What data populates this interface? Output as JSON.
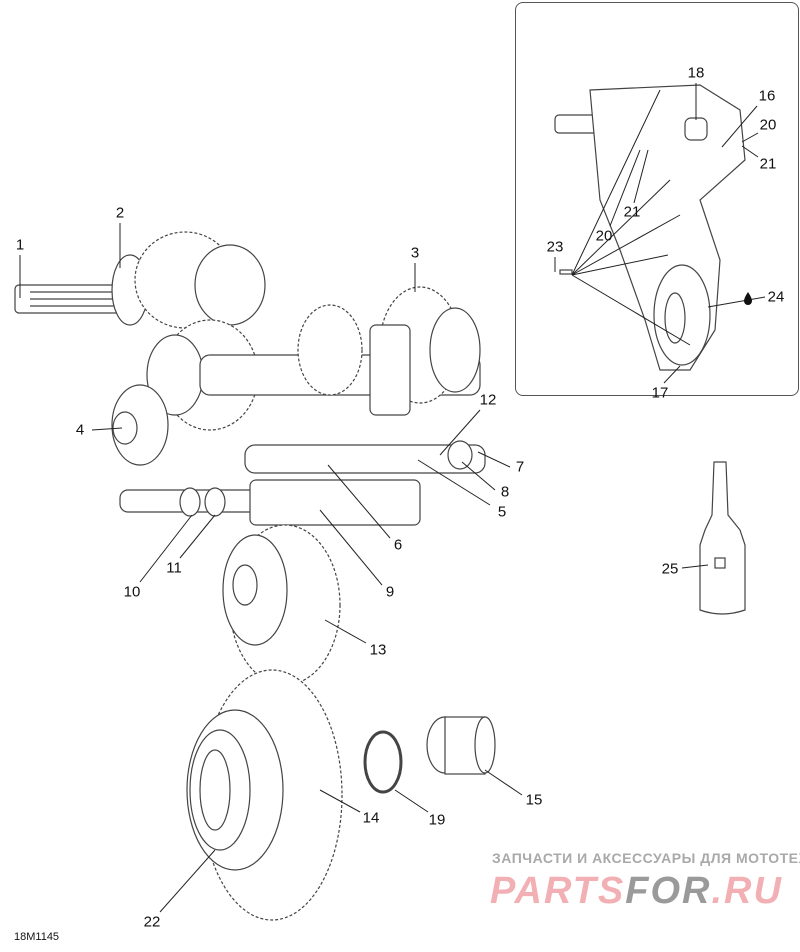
{
  "diagram_code": "18M1145",
  "watermark": {
    "tagline": "ЗАПЧАСТИ И АКСЕССУАРЫ ДЛЯ МОТОТЕХНИКИ",
    "logo_part1": "PARTS",
    "logo_part2": "FOR",
    "logo_part3": ".RU"
  },
  "callouts": [
    "1",
    "2",
    "3",
    "4",
    "5",
    "6",
    "7",
    "8",
    "9",
    "10",
    "11",
    "12",
    "13",
    "14",
    "15",
    "16",
    "17",
    "18",
    "19",
    "20",
    "21",
    "22",
    "23",
    "24",
    "25",
    "20",
    "21"
  ],
  "colors": {
    "line": "#333333",
    "watermark_red": "#f2b0b4",
    "watermark_gray": "#9a9a9a"
  }
}
